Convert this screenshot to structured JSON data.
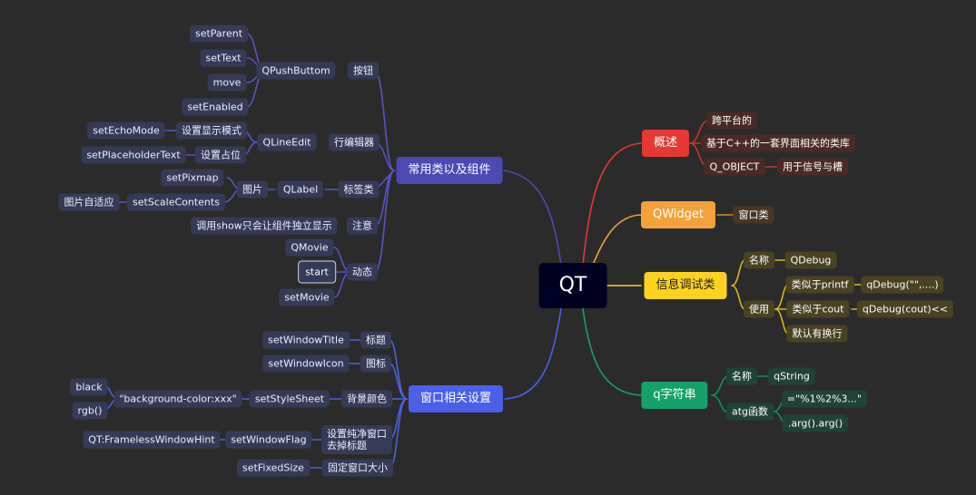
{
  "root": "QT",
  "colors": {
    "background": "#2b2b2b",
    "root": "#000022",
    "branch_common": "#4c49b5",
    "branch_window": "#4a60e8",
    "branch_overview": "#e53935",
    "branch_qwidget": "#f5a13a",
    "branch_debug": "#ffd21f",
    "branch_qstring": "#16a06a"
  },
  "left": {
    "common": {
      "label": "常用类以及组件",
      "qpushbutton": {
        "label": "按钮",
        "class": "QPushButtom",
        "items": [
          "setParent",
          "setText",
          "move",
          "setEnabled"
        ]
      },
      "qlineedit": {
        "label": "行编辑器",
        "class": "QLineEdit",
        "echo_desc": "设置显示模式",
        "echo": "setEchoMode",
        "placeholder_desc": "设置占位",
        "placeholder": "setPlaceholderText"
      },
      "qlabel": {
        "label": "标签类",
        "class": "QLabel",
        "image": "图片",
        "pixmap": "setPixmap",
        "scale": "setScaleContents",
        "scale_desc": "图片自适应"
      },
      "note": {
        "label": "注意",
        "text": "调用show只会让组件独立显示"
      },
      "anim": {
        "label": "动态",
        "qmovie": "QMovie",
        "start": "start",
        "setmovie": "setMovie"
      }
    },
    "window": {
      "label": "窗口相关设置",
      "title": {
        "label": "标题",
        "fn": "setWindowTitle"
      },
      "icon": {
        "label": "图标",
        "fn": "setWindowIcon"
      },
      "bg": {
        "label": "背景颜色",
        "fn": "setStyleSheet",
        "value": "\"background-color:xxx\"",
        "opts": [
          "black",
          "rgb()"
        ]
      },
      "flag": {
        "label_line1": "设置纯净窗口",
        "label_line2": "去掉标题",
        "fn": "setWindowFlag",
        "value": "QT:FramelessWindowHint"
      },
      "size": {
        "label": "固定窗口大小",
        "fn": "setFixedSize"
      }
    }
  },
  "right": {
    "overview": {
      "label": "概述",
      "items": [
        "跨平台的",
        "基于C++的一套界面相关的类库",
        "Q_OBJECT"
      ],
      "qobject_desc": "用于信号与槽"
    },
    "qwidget": {
      "label": "QWidget",
      "desc": "窗口类"
    },
    "debug": {
      "label": "信息调试类",
      "name_label": "名称",
      "name_value": "QDebug",
      "use_label": "使用",
      "printf": "类似于printf",
      "printf_ex": "qDebug(\"\",....)",
      "cout": "类似于cout",
      "cout_ex": "qDebug(cout)<<",
      "newline": "默认有换行"
    },
    "qstring": {
      "label": "q字符串",
      "name_label": "名称",
      "name_value": "qString",
      "arg_label": "atg函数",
      "arg1": "=\"%1%2%3...\"",
      "arg2": ".arg().arg()"
    }
  }
}
